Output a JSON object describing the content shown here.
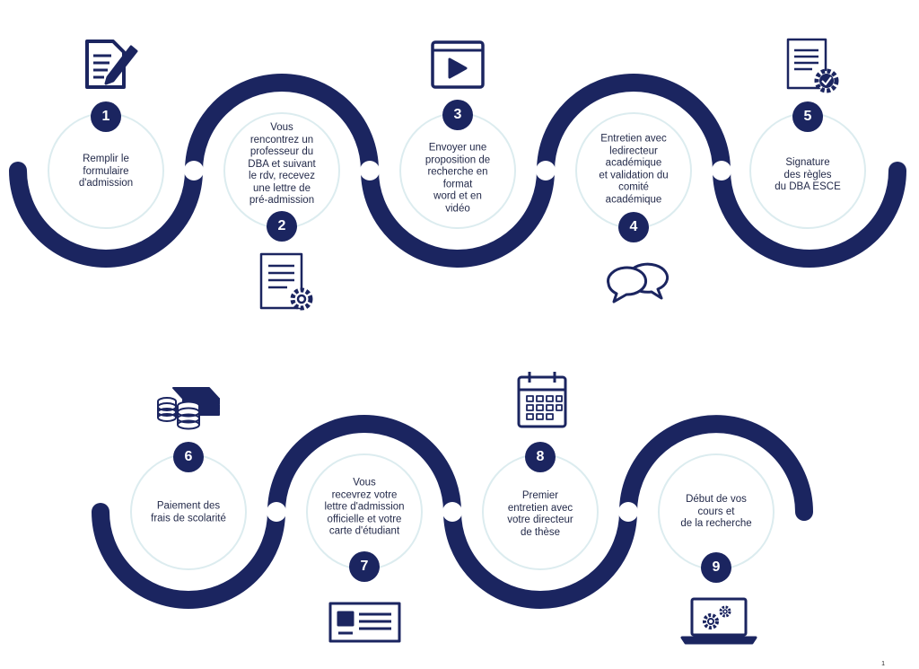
{
  "colors": {
    "navy": "#1b2560",
    "ring": "#dcecef",
    "dot": "#ffffff"
  },
  "steps": [
    {
      "number": "1",
      "text": "Remplir le\nformulaire\nd'admission",
      "icon": "form-pen-icon"
    },
    {
      "number": "2",
      "text": "Vous\nrencontrez un\nprofesseur du\nDBA et suivant\nle rdv, recevez\nune lettre de\npré-admission",
      "icon": "document-gear-icon"
    },
    {
      "number": "3",
      "text": "Envoyer une\nproposition de\nrecherche en\nformat\nword et en\nvidéo",
      "icon": "video-player-icon"
    },
    {
      "number": "4",
      "text": "Entretien avec\nledirecteur\nacadémique\net validation du\ncomité\nacadémique",
      "icon": "chat-bubbles-icon"
    },
    {
      "number": "5",
      "text": "Signature\ndes règles\ndu DBA ESCE",
      "icon": "document-check-gear-icon"
    },
    {
      "number": "6",
      "text": "Paiement des\nfrais de scolarité",
      "icon": "money-coins-icon"
    },
    {
      "number": "7",
      "text": "Vous\nrecevrez votre\nlettre d'admission\nofficielle et votre\ncarte d'étudiant",
      "icon": "id-card-icon"
    },
    {
      "number": "8",
      "text": "Premier\nentretien avec\nvotre directeur\nde thèse",
      "icon": "calendar-icon"
    },
    {
      "number": "9",
      "text": "Début de vos\ncours et\nde la recherche",
      "icon": "laptop-gears-icon"
    }
  ],
  "page_number": "1"
}
